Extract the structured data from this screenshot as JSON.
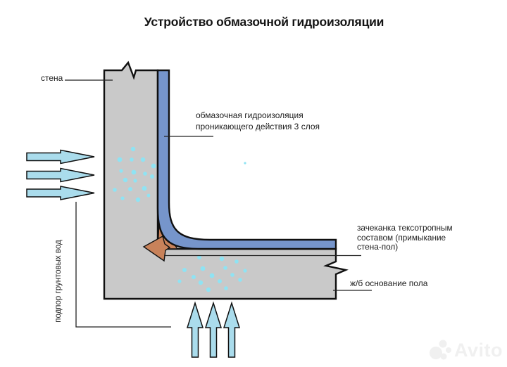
{
  "title": "Устройство обмазочной гидроизоляции",
  "labels": {
    "wall": "стена",
    "membrane_line1": "обмазочная гидроизоляция",
    "membrane_line2": "проникающего действия 3 слоя",
    "caulk_line1": "зачеканка тексотропным",
    "caulk_line2": "составом (примыкание",
    "caulk_line3": "стена-пол)",
    "floor": "ж/б основание пола",
    "groundwater": "подпор грунтовых вод"
  },
  "watermark": {
    "text": "Avito"
  },
  "colors": {
    "concrete_gray": "#c9c9c9",
    "membrane_blue": "#7695cb",
    "caulk_orange": "#c8825a",
    "arrow_blue": "#aadcec",
    "droplet_cyan": "#8fe3f3",
    "outline_black": "#101010",
    "leader_line": "#222222",
    "watermark_gray": "#f0f0f0"
  },
  "icons": {
    "left_arrows": "groundwater-pressure-arrow-right-icon",
    "bottom_arrows": "groundwater-pressure-arrow-up-icon"
  }
}
